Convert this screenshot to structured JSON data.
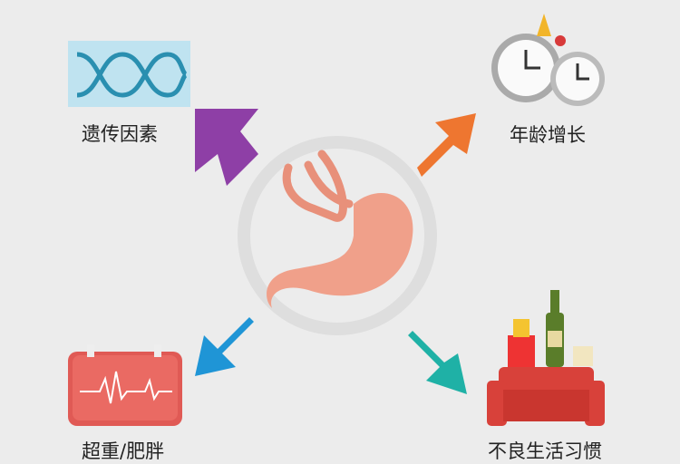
{
  "factors": [
    {
      "label": "遗传因素",
      "icon": "dna-icon",
      "arrow_color": "#8e3fa6"
    },
    {
      "label": "年龄增长",
      "icon": "clock-icon",
      "arrow_color": "#ee7630"
    },
    {
      "label": "超重/肥胖",
      "icon": "heart-monitor-icon",
      "arrow_color": "#1f95d6"
    },
    {
      "label": "不良生活习惯",
      "icon": "sofa-junk-food-icon",
      "arrow_color": "#1fb1a6"
    }
  ],
  "center_icon": "stomach-icon"
}
